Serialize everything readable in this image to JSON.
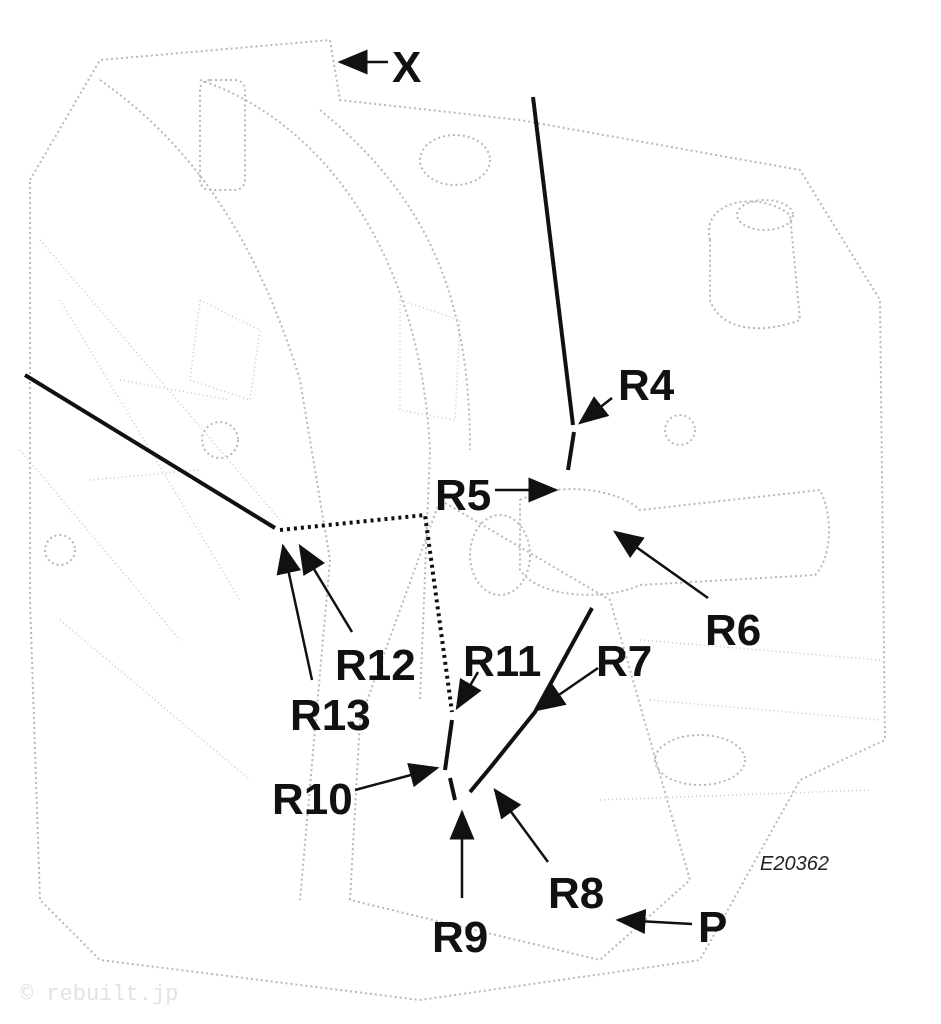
{
  "figure_code": "E20362",
  "watermark": "© rebuilt.jp",
  "labels": {
    "x": "X",
    "r4": "R4",
    "r5": "R5",
    "r6": "R6",
    "r7": "R7",
    "r8": "R8",
    "r9": "R9",
    "r10": "R10",
    "r11": "R11",
    "r12": "R12",
    "r13": "R13",
    "p": "P"
  }
}
